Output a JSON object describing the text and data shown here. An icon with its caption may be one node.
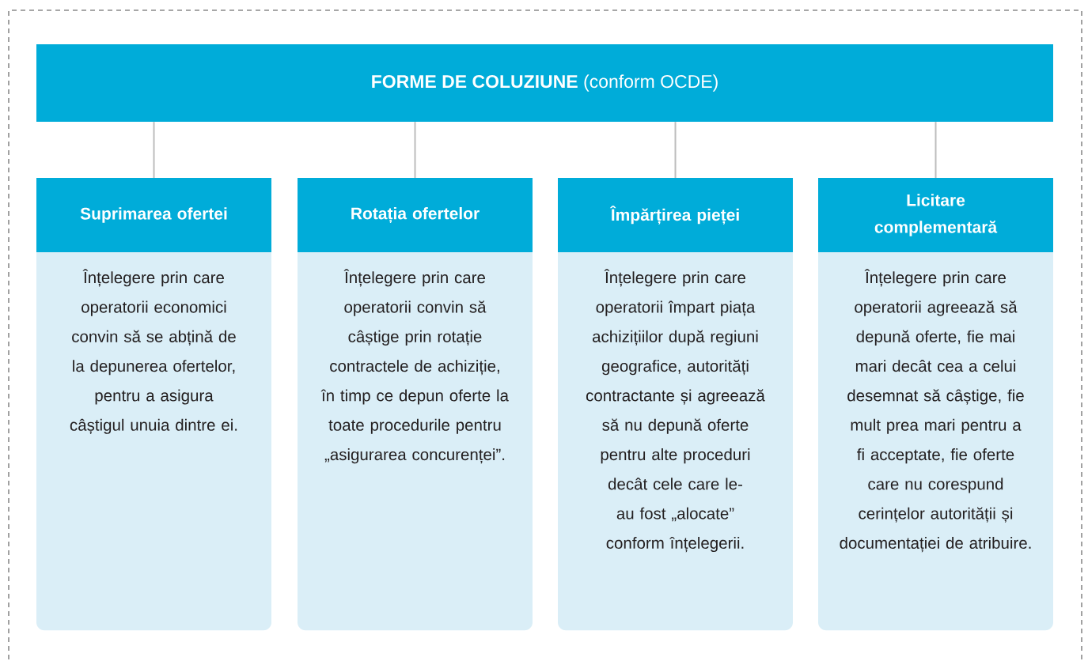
{
  "diagram": {
    "nodes": [
      {
        "text": [
          "**FORME DE COLUZIUNE** (conform OCDE)"
        ]
      },
      {
        "text": [
          "Suprimarea ofertei",
          "Înțelegere prin care operatorii economici convin să se abțină de la depunerea ofertelor, pentru a asigura câștigul unuia dintre ei."
        ]
      },
      {
        "text": [
          "Rotația ofertelor",
          "Înțelegere prin care operatorii convin să câștige prin rotație contractele de achiziție, în timp ce depun oferte la toate procedurile pentru „asigurarea concurenței”."
        ]
      },
      {
        "text": [
          "Împărțirea pieței",
          "Înțelegere prin care operatorii împart piața achizițiilor după regiuni geografice, autorități contractante și agreează să nu depună oferte pentru alte proceduri decât cele care le-au fost „alocate” conform înțelegerii."
        ]
      },
      {
        "text": [
          "Licitare complementară",
          "Înțelegere prin care operatorii agreează să depună oferte, fie mai mari decât cea a celui desemnat să câștige, fie mult prea mari pentru a fi acceptate, fie oferte care nu corespund cerințelor autorității și documentației de atribuire."
        ]
      }
    ],
    "edges": [
      {
        "from": 0,
        "to": 1,
        "arrow": "none"
      },
      {
        "from": 0,
        "to": 2,
        "arrow": "none"
      },
      {
        "from": 0,
        "to": 3,
        "arrow": "none"
      },
      {
        "from": 0,
        "to": 4,
        "arrow": "none"
      }
    ]
  }
}
